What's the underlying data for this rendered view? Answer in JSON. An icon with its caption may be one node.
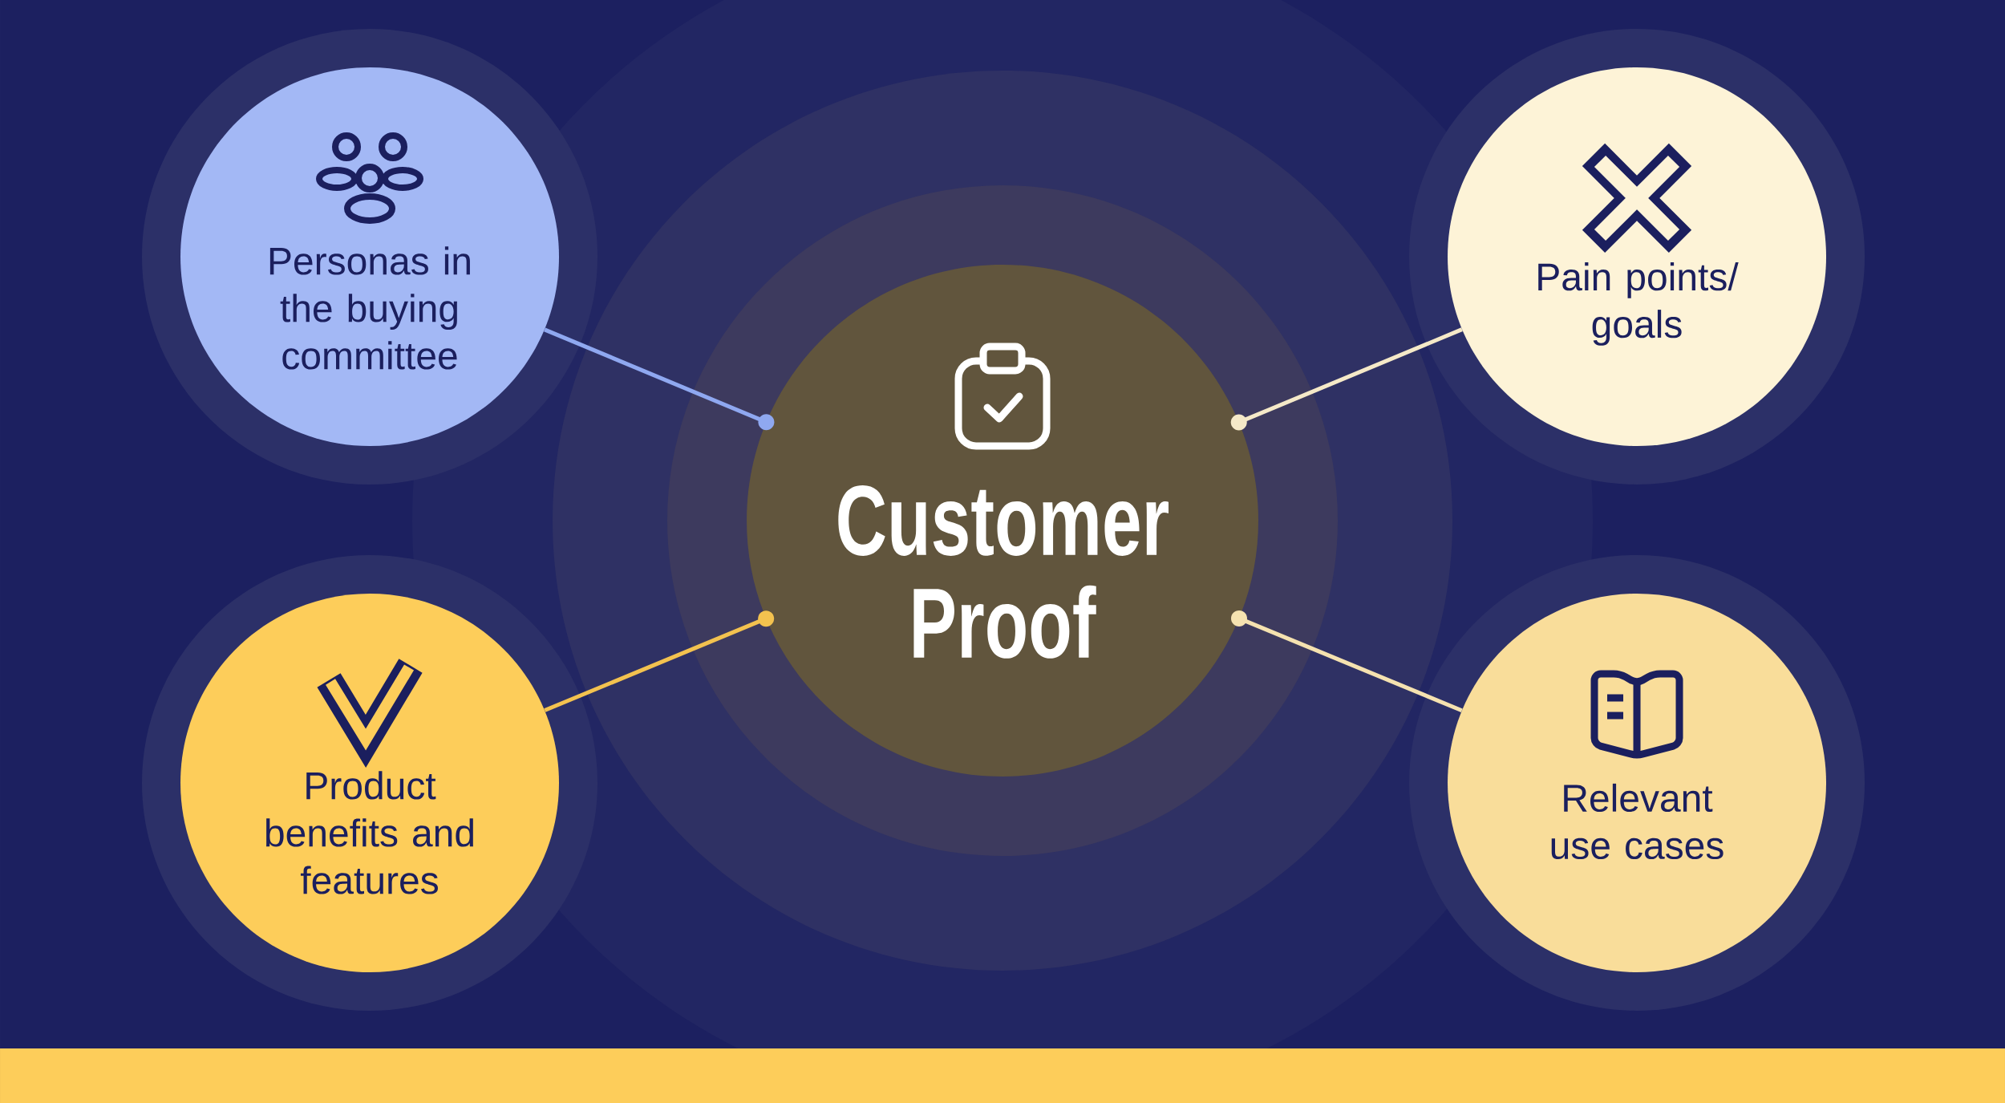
{
  "diagram": {
    "nodes": [
      {
        "text": [
          "Customer Proof"
        ]
      },
      {
        "text": [
          "Personas in the buying committee"
        ]
      },
      {
        "text": [
          "Pain points/ goals"
        ]
      },
      {
        "text": [
          "Product benefits and features"
        ]
      },
      {
        "text": [
          "Relevant use cases"
        ]
      }
    ],
    "edges": [
      {
        "from": 1,
        "to": 0,
        "arrow": "other",
        "color": "#8fa8f0"
      },
      {
        "from": 2,
        "to": 0,
        "arrow": "other",
        "color": "#f5e9c8"
      },
      {
        "from": 3,
        "to": 0,
        "arrow": "other",
        "color": "#f3c24f"
      },
      {
        "from": 4,
        "to": 0,
        "arrow": "other",
        "color": "#f5e2b0"
      }
    ]
  }
}
